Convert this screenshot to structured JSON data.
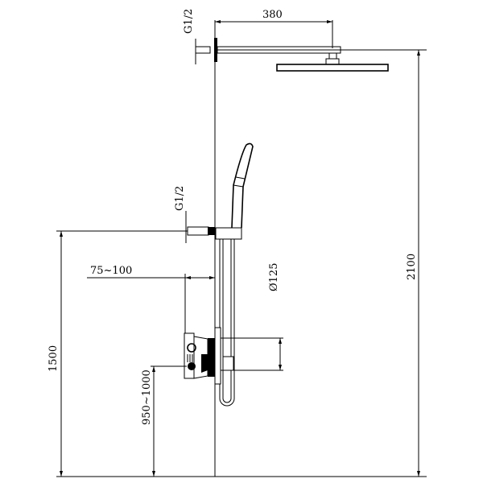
{
  "dimensions": {
    "top_inlet": "G1/2",
    "arm_length": "380",
    "head_height": "2100",
    "side_inlet": "G1/2",
    "valve_depth": "75~100",
    "valve_diameter": "Ø125",
    "outlet_height": "1500",
    "valve_height": "950~1000"
  }
}
